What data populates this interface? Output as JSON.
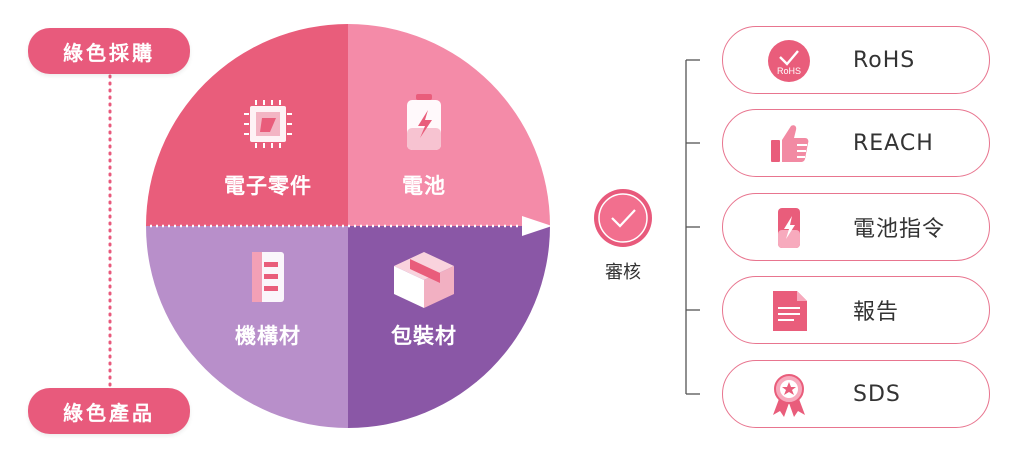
{
  "left_tags": {
    "top": "綠色採購",
    "bottom": "綠色產品"
  },
  "quadrants": [
    {
      "label": "電子零件",
      "icon": "chip-icon",
      "color": "#e95d7b"
    },
    {
      "label": "電池",
      "icon": "battery-icon",
      "color": "#f48ba8"
    },
    {
      "label": "機構材",
      "icon": "mechanical-part-icon",
      "color": "#b88fca"
    },
    {
      "label": "包裝材",
      "icon": "package-box-icon",
      "color": "#8a57a6"
    }
  ],
  "review": {
    "label": "審核",
    "icon": "check-circle-icon"
  },
  "badges": [
    {
      "label": "RoHS",
      "icon": "rohs-check-icon",
      "icon_text": "RoHS"
    },
    {
      "label": "REACH",
      "icon": "thumbs-up-icon"
    },
    {
      "label": "電池指令",
      "icon": "battery-icon"
    },
    {
      "label": "報告",
      "icon": "document-icon"
    },
    {
      "label": "SDS",
      "icon": "award-ribbon-icon"
    }
  ],
  "colors": {
    "accent": "#e85a7c",
    "badge_border": "#e8758f",
    "bracket": "#555555"
  }
}
